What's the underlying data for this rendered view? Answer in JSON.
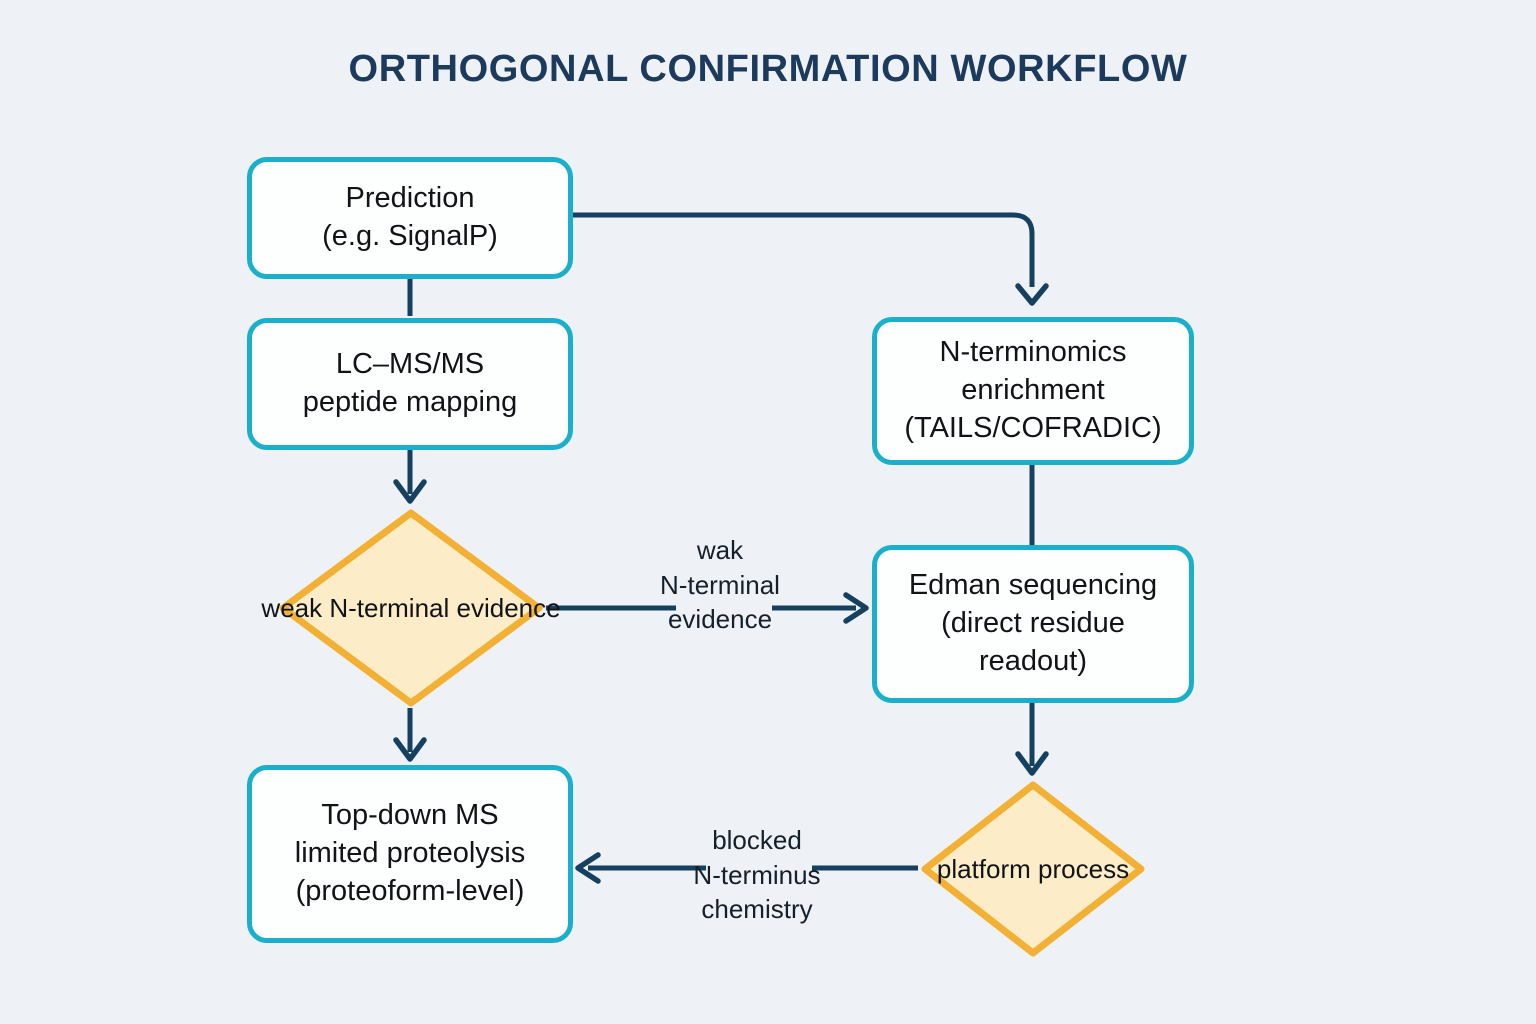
{
  "diagram": {
    "title": "ORTHOGONAL CONFIRMATION WORKFLOW",
    "background_color": "#eef1f5",
    "accent_colors": {
      "process_border": "#1ab0cc",
      "process_fill": "#fdfefe",
      "decision_border": "#f2b134",
      "decision_fill": "#fdecc8",
      "connector": "#16405f",
      "title_text": "#1b3a5c",
      "body_text": "#111417"
    },
    "nodes": [
      {
        "id": "prediction",
        "shape": "process",
        "lines": [
          "Prediction",
          "(e.g. SignalP)"
        ],
        "line1": "Prediction",
        "line2": "(e.g. SignalP)"
      },
      {
        "id": "lcmsms",
        "shape": "process",
        "lines": [
          "LC–MS/MS",
          "peptide mapping"
        ],
        "line1": "LC–MS/MS",
        "line2": "peptide mapping"
      },
      {
        "id": "n_terminomics",
        "shape": "process",
        "lines": [
          "N-terminomics",
          "enrichment",
          "(TAILS/COFRADIC)"
        ],
        "line1": "N-terminomics",
        "line2": "enrichment",
        "line3": "(TAILS/COFRADIC)"
      },
      {
        "id": "edman",
        "shape": "process",
        "lines": [
          "Edman sequencing",
          "(direct residue",
          "readout)"
        ],
        "line1": "Edman sequencing",
        "line2": "(direct residue",
        "line3": "readout)"
      },
      {
        "id": "weak_evidence",
        "shape": "decision",
        "lines": [
          "weak",
          "N-terminal",
          "evidence"
        ],
        "line1": "weak",
        "line2": "N-terminal",
        "line3": "evidence"
      },
      {
        "id": "platform_process",
        "shape": "decision",
        "lines": [
          "platform",
          "process"
        ],
        "line1": "platform",
        "line2": "process"
      },
      {
        "id": "topdown",
        "shape": "process",
        "lines": [
          "Top-down MS",
          "limited proteolysis",
          "(proteoform-level)"
        ],
        "line1": "Top-down MS",
        "line2": "limited proteolysis",
        "line3": "(proteoform-level)"
      }
    ],
    "edges": [
      {
        "id": "prediction-to-nterminomics",
        "from": "prediction",
        "to": "n_terminomics",
        "label": ""
      },
      {
        "id": "prediction-to-lcmsms",
        "from": "prediction",
        "to": "lcmsms",
        "label": ""
      },
      {
        "id": "lcmsms-to-weak",
        "from": "lcmsms",
        "to": "weak_evidence",
        "label": ""
      },
      {
        "id": "weak-to-edman",
        "from": "weak_evidence",
        "to": "edman",
        "label_lines": [
          "wak",
          "N-terminal",
          "evidence"
        ],
        "line1": "wak",
        "line2": "N-terminal",
        "line3": "evidence"
      },
      {
        "id": "nterminomics-to-edman",
        "from": "n_terminomics",
        "to": "edman",
        "label": ""
      },
      {
        "id": "edman-to-platform",
        "from": "edman",
        "to": "platform_process",
        "label": ""
      },
      {
        "id": "platform-to-topdown",
        "from": "platform_process",
        "to": "topdown",
        "label_lines": [
          "blocked",
          "N-terminus",
          "chemistry"
        ],
        "line1": "blocked",
        "line2": "N-terminus",
        "line3": "chemistry"
      },
      {
        "id": "weak-to-topdown",
        "from": "weak_evidence",
        "to": "topdown",
        "label": ""
      }
    ]
  }
}
